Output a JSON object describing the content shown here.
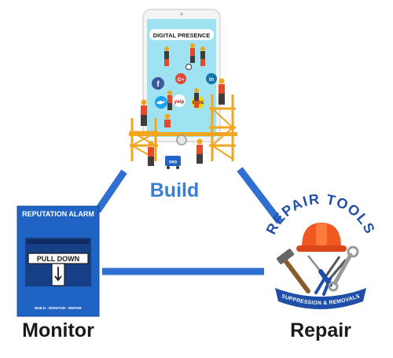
{
  "colors": {
    "connector": "#2f6fd1",
    "build_label": "#3a7fd5",
    "alarm_blue": "#1f63c5",
    "hard_hat": "#f05a22",
    "text_dark": "#1a1a1a",
    "scaffold": "#f2a51f",
    "phone_screen": "#9fe3f3"
  },
  "nodes": {
    "build": {
      "label": "Build",
      "screen_title": "DIGITAL PRESENCE",
      "badges": [
        "f",
        "G+",
        "in",
        "yelp",
        "BLOG",
        "tw"
      ],
      "cart_text": "seo"
    },
    "monitor": {
      "label": "Monitor",
      "alarm_title": "REPUTATION ALARM",
      "handle_text": "PULL DOWN",
      "footer_text": "BUILD - MONITOR - REPAIR"
    },
    "repair": {
      "label": "Repair",
      "arc_text": "REPAIR TOOLS",
      "banner_text": "SUPPRESSION & REMOVALS"
    }
  }
}
